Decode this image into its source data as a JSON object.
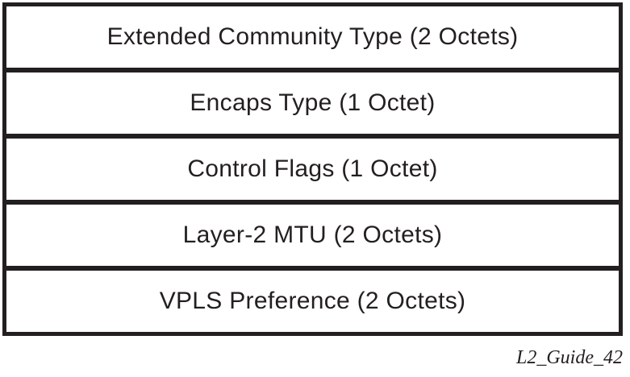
{
  "diagram": {
    "rows": [
      {
        "label": "Extended Community Type (2 Octets)"
      },
      {
        "label": "Encaps Type (1 Octet)"
      },
      {
        "label": "Control Flags (1 Octet)"
      },
      {
        "label": "Layer-2 MTU (2 Octets)"
      },
      {
        "label": "VPLS Preference (2 Octets)"
      }
    ],
    "caption": "L2_Guide_42",
    "colors": {
      "border": "#231f20",
      "text": "#231f20",
      "background": "#ffffff"
    }
  }
}
